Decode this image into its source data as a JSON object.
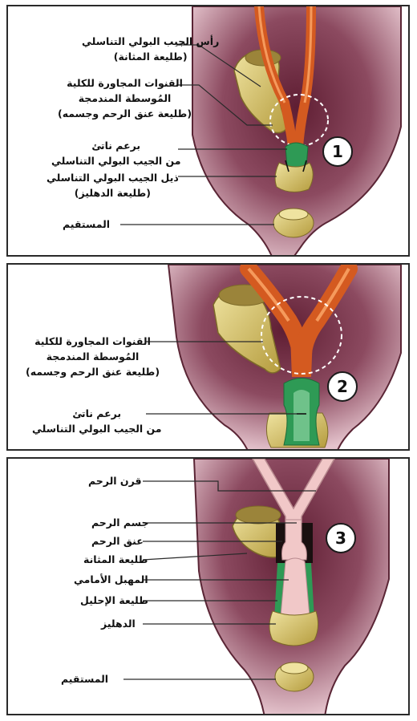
{
  "panels": [
    {
      "number": "1",
      "labels": {
        "bladder_head": [
          "رأس الجيب البولي التناسلي",
          "(طليعة المثانة)"
        ],
        "paramesonephric": [
          "القنوات المجاورة للكلية",
          "المُوسطة المندمجة",
          "(طليعة عنق الرحم وجسمه)"
        ],
        "sinus_bud": [
          "برعم ناتئ",
          "من الجيب البولي التناسلي"
        ],
        "sinus_tail": [
          "ذيل الجيب البولي التناسلي",
          "(طليعة الدهليز)"
        ],
        "rectum": [
          "المستقيم"
        ]
      }
    },
    {
      "number": "2",
      "labels": {
        "paramesonephric": [
          "القنوات المجاورة للكلية",
          "المُوسطة المندمجة",
          "(طليعة عنق الرحم وجسمه)"
        ],
        "sinus_bud": [
          "برعم ناتئ",
          "من الجيب البولي التناسلي"
        ]
      }
    },
    {
      "number": "3",
      "labels": {
        "uterine_horn": "قرن الرحم",
        "uterus_body": "جسم الرحم",
        "cervix": "عنق الرحم",
        "bladder": "طليعة المثانة",
        "vagina": "المهبل الأمامي",
        "urethra": "طليعة الإحليل",
        "vestibule": "الدهليز",
        "rectum": "المستقيم"
      }
    }
  ],
  "colors": {
    "body_bg": "#c48f9e",
    "body_inner": "#5f1e33",
    "duct_orange": "#d45a20",
    "sinus_yellow": "#d4c068",
    "bud_green": "#2e9a55",
    "uterus_pink": "#f1c8c8",
    "cervix_dark": "#1a1010"
  }
}
